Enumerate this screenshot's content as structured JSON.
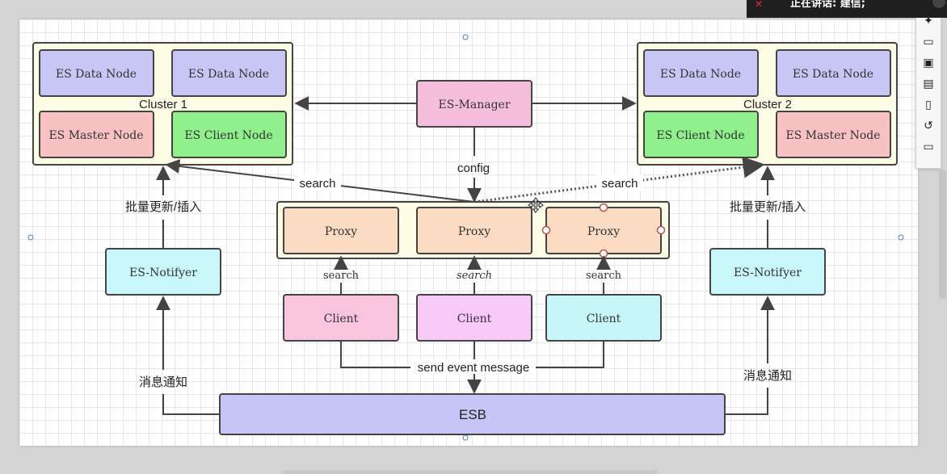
{
  "colors": {
    "data_node": "#c8c6f5",
    "master_node": "#f9c2c2",
    "client_node": "#8ff08c",
    "cluster_bg": "#fdfde6",
    "manager": "#f6bedd",
    "proxy": "#fbdcc3",
    "client_pink": "#f9c4de",
    "client_violet": "#f8c8f8",
    "client_cyan": "#c7f6f8",
    "notifyer": "#c9f6f8",
    "esb": "#c7c5f6",
    "line": "#444444"
  },
  "cluster1": {
    "title": "Cluster 1",
    "data_node_1": "ES Data Node",
    "data_node_2": "ES Data Node",
    "master_node": "ES Master Node",
    "client_node": "ES Client Node"
  },
  "cluster2": {
    "title": "Cluster 2",
    "data_node_1": "ES Data Node",
    "data_node_2": "ES Data Node",
    "client_node": "ES Client Node",
    "master_node": "ES Master Node"
  },
  "manager": {
    "label": "ES-Manager"
  },
  "labels": {
    "config": "config",
    "search_left": "search",
    "search_right": "search",
    "batch_left": "批量更新/插入",
    "batch_right": "批量更新/插入",
    "notify_left": "消息通知",
    "notify_right": "消息通知",
    "send_event": "send event message",
    "client_search_1": "search",
    "client_search_2": "search",
    "client_search_3": "search"
  },
  "proxies": [
    "Proxy",
    "Proxy",
    "Proxy"
  ],
  "clients": [
    "Client",
    "Client",
    "Client"
  ],
  "notifyers": {
    "left": "ES-Notifyer",
    "right": "ES-Notifyer"
  },
  "esb": {
    "label": "ESB"
  },
  "notification": {
    "text": "正在讲话: 建信;"
  },
  "toolbar_icons": [
    "pin-icon",
    "presentation-icon",
    "video-icon",
    "notes-icon",
    "document-icon",
    "history-icon",
    "comment-icon"
  ]
}
